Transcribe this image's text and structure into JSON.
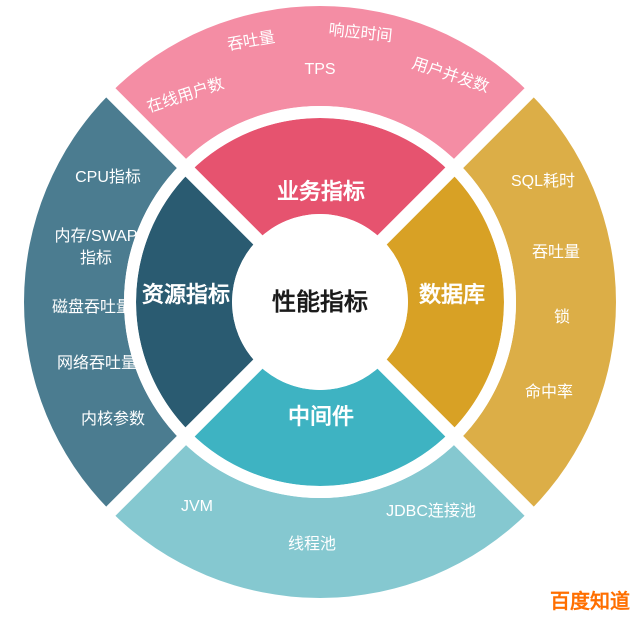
{
  "center": {
    "label": "性能指标"
  },
  "rings": {
    "business": {
      "label": "业务指标",
      "inner_color": "#e6536f",
      "outer_color": "#f48da4",
      "metrics": {
        "throughput": "吞吐量",
        "response_time": "响应时间",
        "tps": "TPS",
        "online_users": "在线用户数",
        "concurrent_users": "用户并发数"
      }
    },
    "database": {
      "label": "数据库",
      "inner_color": "#d8a125",
      "outer_color": "#dcae47",
      "metrics": {
        "sql_time": "SQL耗时",
        "throughput": "吞吐量",
        "lock": "锁",
        "hit_rate": "命中率"
      }
    },
    "middleware": {
      "label": "中间件",
      "inner_color": "#3eb3c2",
      "outer_color": "#85c8d0",
      "metrics": {
        "jvm": "JVM",
        "thread_pool": "线程池",
        "jdbc_pool": "JDBC连接池"
      }
    },
    "resource": {
      "label": "资源指标",
      "inner_color": "#2a5b71",
      "outer_color": "#4b7c90",
      "metrics": {
        "cpu": "CPU指标",
        "memory_swap_line1": "内存/SWAP",
        "memory_swap_line2": "指标",
        "disk_throughput": "磁盘吞吐量",
        "network_throughput": "网络吞吐量",
        "kernel_params": "内核参数"
      }
    }
  },
  "watermark": {
    "label": "百度知道",
    "color": "#ff6f00"
  }
}
